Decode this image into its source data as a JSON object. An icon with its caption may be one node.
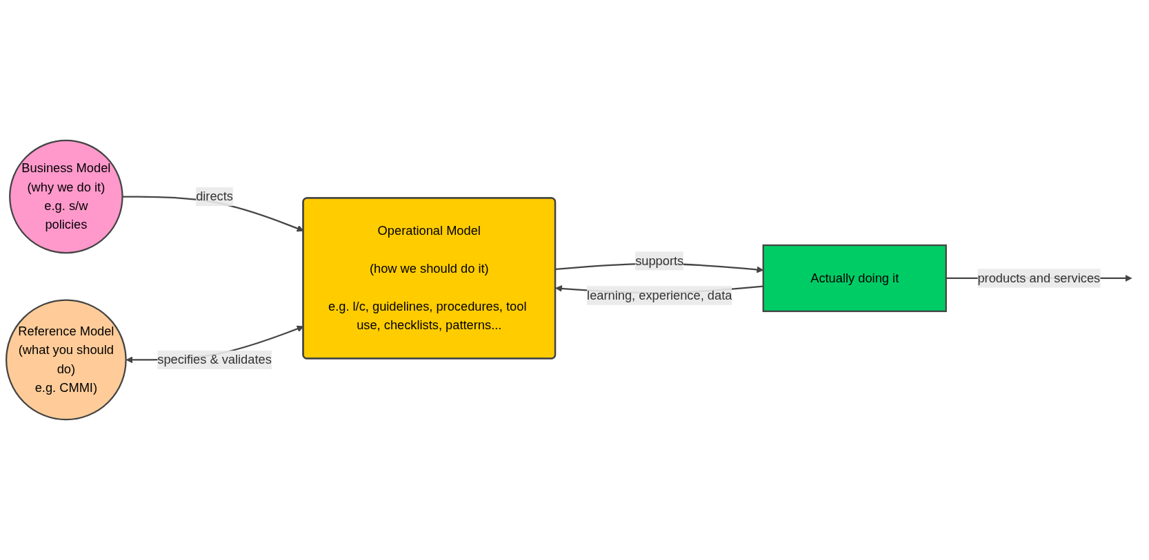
{
  "diagram": {
    "nodes": [
      {
        "text": [
          "Business Model",
          "(why we do it)",
          "e.g. s/w policies"
        ]
      },
      {
        "text": [
          "Reference Model",
          "(what you should do)",
          "e.g. CMMI)"
        ]
      },
      {
        "text": [
          "Operational Model",
          "(how we should do it)",
          "e.g. l/c, guidelines, procedures, tool use, checklists, patterns..."
        ]
      },
      {
        "text": [
          "Actually doing it"
        ]
      }
    ],
    "edges": [
      {
        "from": 0,
        "to": 2,
        "arrow": "to",
        "label": "directs"
      },
      {
        "from": 1,
        "to": 2,
        "arrow": "both",
        "label": "specifies & validates"
      },
      {
        "from": 2,
        "to": 3,
        "arrow": "to",
        "label": "supports"
      },
      {
        "from": 3,
        "to": 2,
        "arrow": "to",
        "label": "learning, experience, data"
      },
      {
        "from": 3,
        "to": null,
        "arrow": "to",
        "label": "products and services"
      }
    ]
  }
}
